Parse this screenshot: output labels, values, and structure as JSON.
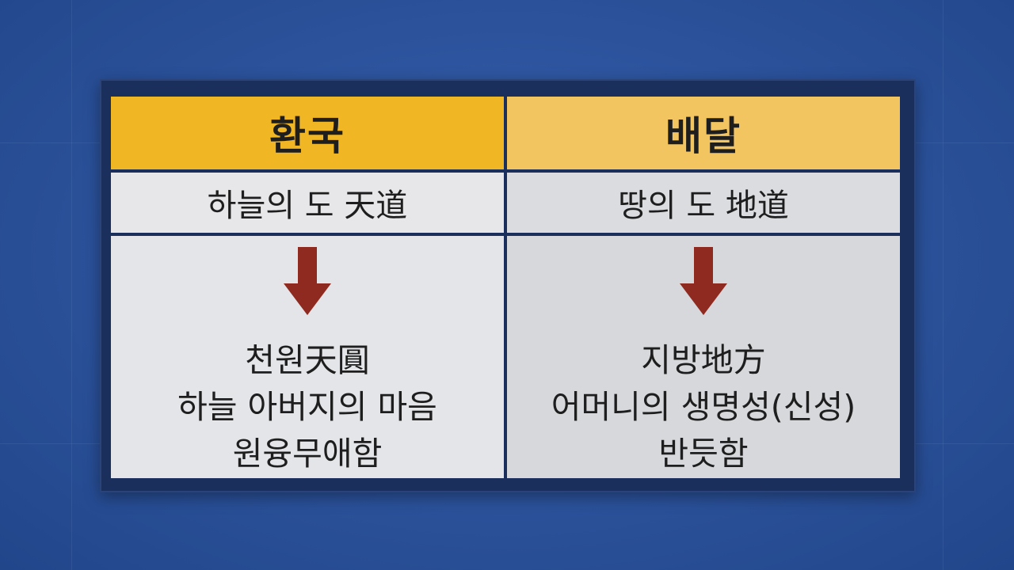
{
  "table": {
    "left": {
      "header": "환국",
      "subheader": "하늘의 도 天道",
      "lines": [
        "천원天圓",
        "하늘 아버지의 마음",
        "원융무애함"
      ]
    },
    "right": {
      "header": "배달",
      "subheader": "땅의 도 地道",
      "lines": [
        "지방地方",
        "어머니의 생명성(신성)",
        "반듯함"
      ]
    }
  },
  "colors": {
    "background": "#2d549e",
    "header_left": "#f0b623",
    "header_right": "#f3c560",
    "arrow": "#8e2a1f"
  },
  "icons": [
    "down-arrow-icon",
    "down-arrow-icon"
  ]
}
